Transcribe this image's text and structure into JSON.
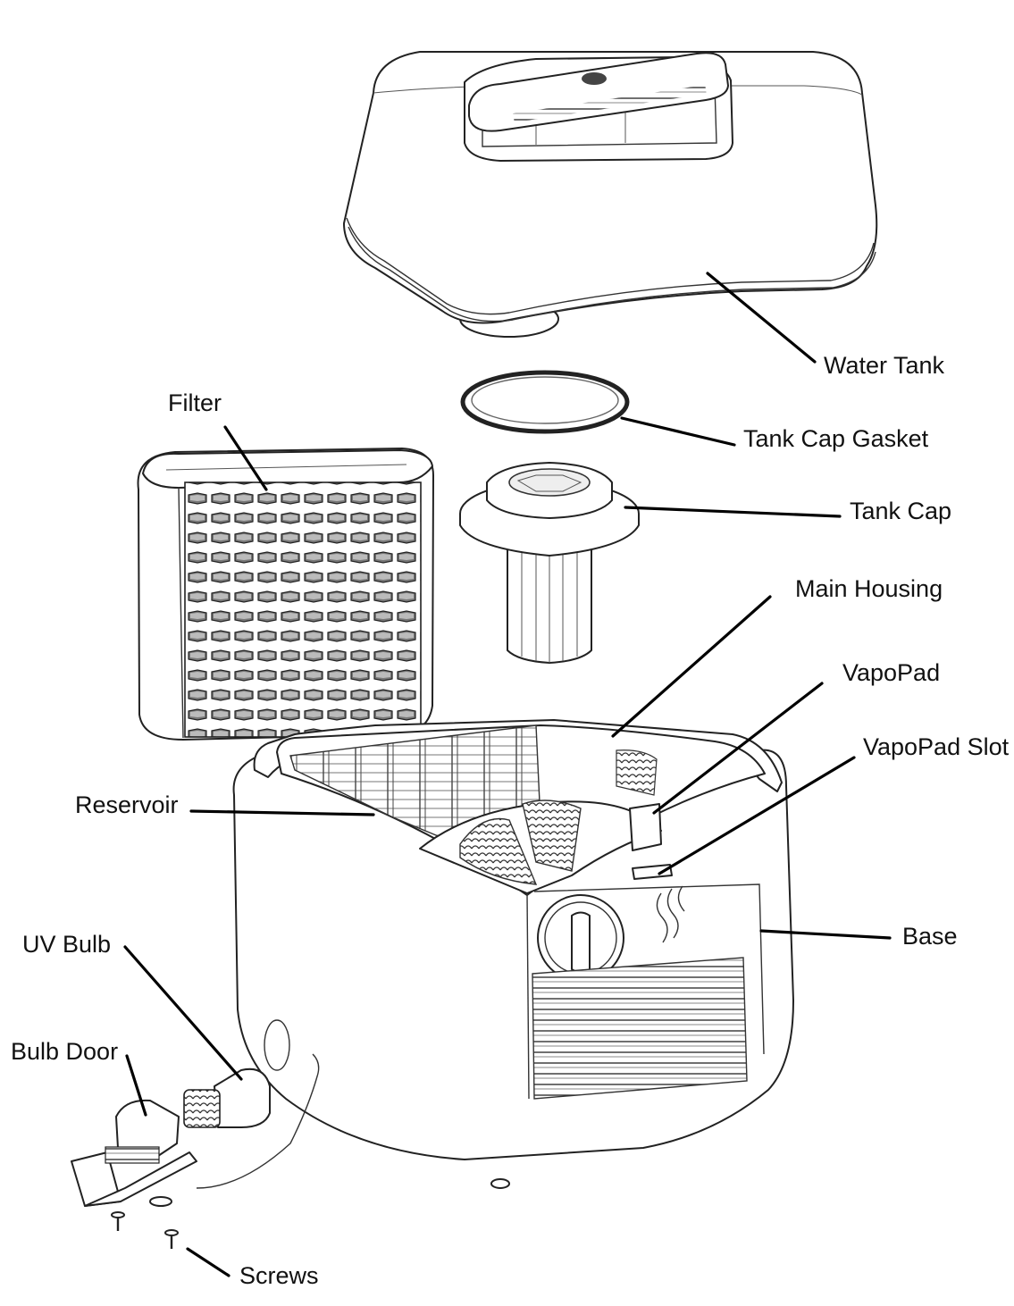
{
  "labels": {
    "water_tank": "Water Tank",
    "tank_cap_gasket": "Tank Cap Gasket",
    "tank_cap": "Tank Cap",
    "filter": "Filter",
    "main_housing": "Main Housing",
    "vapopad": "VapoPad",
    "vapopad_slot": "VapoPad Slot",
    "reservoir": "Reservoir",
    "base": "Base",
    "uv_bulb": "UV Bulb",
    "bulb_door": "Bulb Door",
    "screws": "Screws"
  },
  "colors": {
    "outline": "#222222",
    "label": "#111111",
    "background": "#ffffff"
  }
}
